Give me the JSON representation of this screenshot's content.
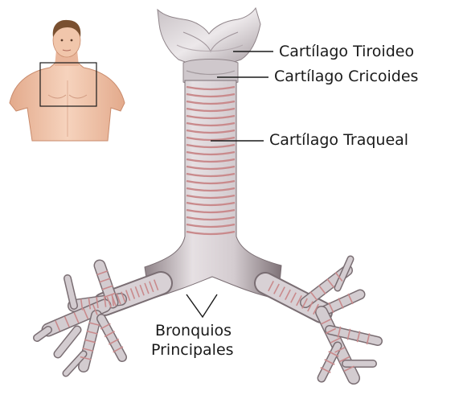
{
  "labels": {
    "tiroideo": "Cartílago Tiroideo",
    "cricoides": "Cartílago Cricoides",
    "traqueal": "Cartílago Traqueal",
    "bronquios_line1": "Bronquios",
    "bronquios_line2": "Principales"
  },
  "colors": {
    "cartilage": "#d9d3d7",
    "cartilage_shadow": "#9e9399",
    "ring_pink": "#c98a8c",
    "skin": "#f1c6ab",
    "hair": "#7a5030",
    "leader_line": "#1a1a1a"
  }
}
